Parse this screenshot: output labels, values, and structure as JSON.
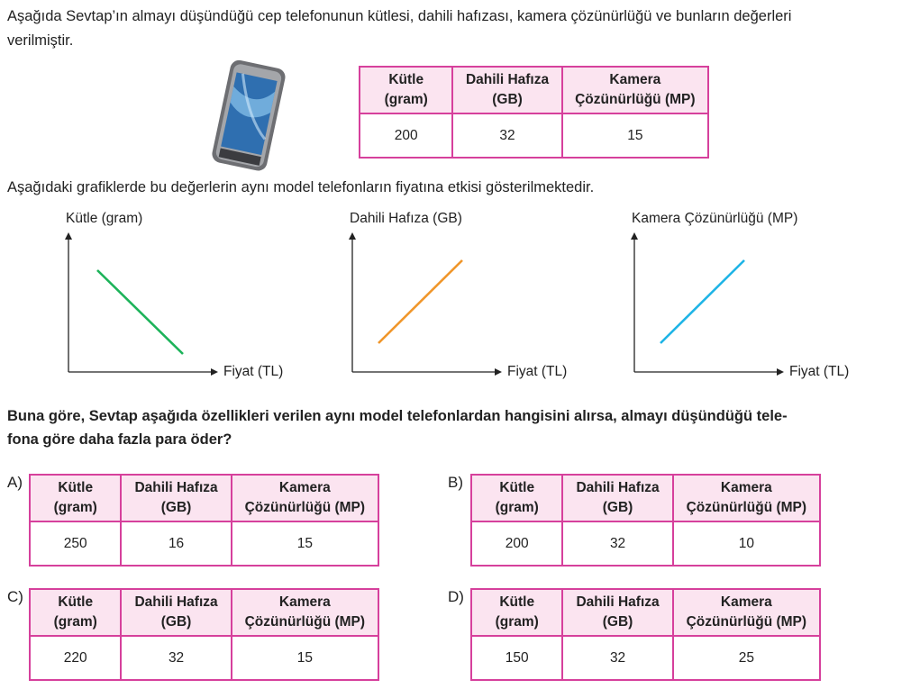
{
  "intro": {
    "line1": "Aşağıda Sevtap’ın almayı düşündüğü cep telefonunun kütlesi, dahili hafızası, kamera çözünürlüğü ve bunların değerleri",
    "line2": "verilmiştir."
  },
  "headers": {
    "mass": [
      "Kütle",
      "(gram)"
    ],
    "storage": [
      "Dahili Hafıza",
      "(GB)"
    ],
    "camera": [
      "Kamera",
      "Çözünürlüğü (MP)"
    ]
  },
  "reference": {
    "mass": "200",
    "storage": "32",
    "camera": "15"
  },
  "graph_intro": "Aşağıdaki grafiklerde bu değerlerin aynı model telefonların fiyatına etkisi gösterilmektedir.",
  "graphs": [
    {
      "ylabel": "Kütle (gram)",
      "xlabel": "Fiyat (TL)",
      "trend": "decreasing",
      "color": "#1db35a"
    },
    {
      "ylabel": "Dahili Hafıza (GB)",
      "xlabel": "Fiyat (TL)",
      "trend": "increasing",
      "color": "#f0962a"
    },
    {
      "ylabel": "Kamera Çözünürlüğü (MP)",
      "xlabel": "Fiyat (TL)",
      "trend": "increasing",
      "color": "#1eb4e6"
    }
  ],
  "question": {
    "line1": "Buna göre, Sevtap aşağıda özellikleri verilen aynı model telefonlardan hangisini alırsa, almayı düşündüğü tele-",
    "line2": "fona göre daha fazla para öder?"
  },
  "options": [
    {
      "label": "A)",
      "mass": "250",
      "storage": "16",
      "camera": "15"
    },
    {
      "label": "B)",
      "mass": "200",
      "storage": "32",
      "camera": "10"
    },
    {
      "label": "C)",
      "mass": "220",
      "storage": "32",
      "camera": "15"
    },
    {
      "label": "D)",
      "mass": "150",
      "storage": "32",
      "camera": "25"
    }
  ],
  "colors": {
    "border": "#d6409c",
    "header_bg": "#fbe4f0"
  }
}
